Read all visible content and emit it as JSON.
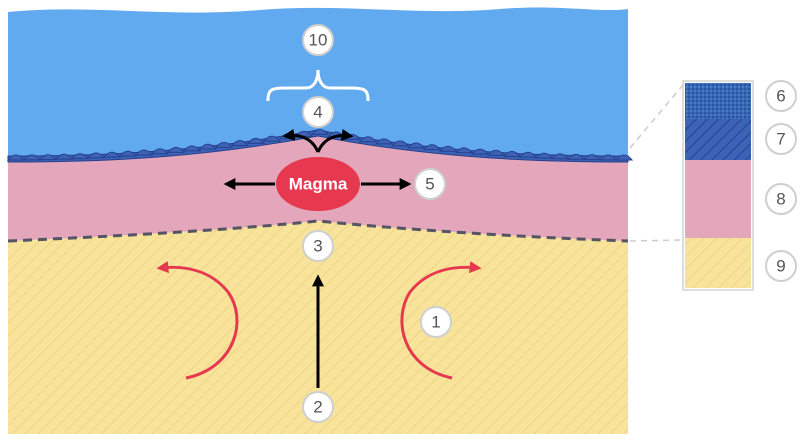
{
  "magma_label": "Magma",
  "markers": {
    "m1": "1",
    "m2": "2",
    "m3": "3",
    "m4": "4",
    "m5": "5",
    "m6": "6",
    "m7": "7",
    "m8": "8",
    "m9": "9",
    "m10": "10"
  },
  "colors": {
    "ocean": "#62aaf0",
    "crust": "#3d63b8",
    "crust_outline": "#27418a",
    "mantle": "#e4a6bb",
    "asthenosphere": "#f7e39a",
    "magma": "#e6394f",
    "convection_arrow": "#e6394f",
    "arrow": "#000000",
    "marker_border": "#cfcfcf",
    "boundary": "#555566"
  }
}
